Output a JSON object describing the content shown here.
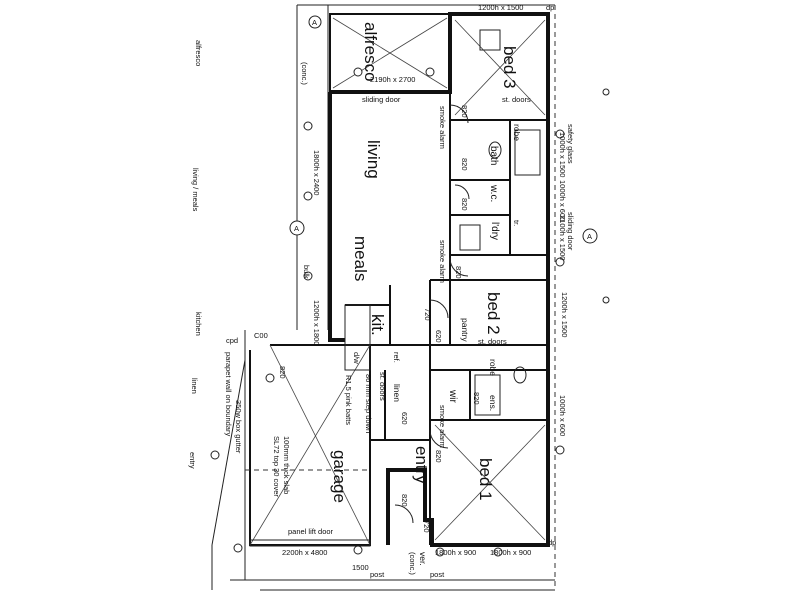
{
  "rooms": {
    "alfresco": "alfresco",
    "bed3": "bed 3",
    "living": "living",
    "meals": "meals",
    "kit": "kit.",
    "bed2": "bed 2",
    "bed1": "bed 1",
    "garage": "garage",
    "bath": "bath",
    "wc": "w.c.",
    "ldry": "l'dry",
    "pantry": "pantry",
    "robe1": "robe",
    "robe2": "robe",
    "wir": "wir",
    "ens": "ens.",
    "linen": "linen",
    "entry": "entry",
    "ver": "ver.",
    "ver_sub": "(conc.)",
    "conc": "(conc.)"
  },
  "notes": {
    "sliding_door": "sliding door",
    "st_doors_top": "st. doors",
    "st_doors_mid": "st. doors",
    "st_doors_low": "st. doors",
    "smoke_alarm_top": "smoke alarm",
    "smoke_alarm_mid": "smoke alarm",
    "smoke_alarm_low": "smoke alarm",
    "sliding_door_right": "sliding door",
    "safety_glass": "safety glass",
    "panel_lift_door": "panel lift door",
    "r15_batts": "R1.5 pink batts",
    "step_down": "86 mm step down",
    "box_gutter": "350w box gutter",
    "parapet_wall": "parapet wall on boundary",
    "slab_note1": "100mm thick slab",
    "slab_note2": "SL72 top 30 cover",
    "bulk": "bulk",
    "ref": "ref.",
    "dw": "d/w",
    "tr": "tr.",
    "linen_left": "linen",
    "kitchen_left": "kitchen",
    "entry_left": "entry",
    "living_meals_left": "living / meals",
    "alfresco_left": "alfresco",
    "dp_top": "dp",
    "dp_bot": "dp",
    "post1": "post",
    "post2": "post",
    "cpd": "cpd"
  },
  "dimensions": {
    "d1": "1200h x 1500",
    "d2": "2190h x 2700",
    "d3": "1800h x 2400",
    "d4": "1000h x 1500",
    "d5": "1000h x 600",
    "d6": "2100h x 1500",
    "d7": "1200h x 1500",
    "d8": "1200h x 1800",
    "d9": "1000h x 600",
    "d10": "2200h x 4800",
    "d11": "1800h x 900",
    "d12": "1800h x 900",
    "d13": "1500",
    "d14": "820",
    "d15": "820",
    "d16": "820",
    "d17": "820",
    "d18": "720",
    "d19": "620",
    "d20": "820",
    "d21": "820",
    "d22": "820",
    "d23": "620",
    "d24": "820",
    "d25": "720",
    "d26": "C00"
  },
  "section_markers": {
    "a_top": "A",
    "a_left": "A",
    "a_right": "A"
  }
}
